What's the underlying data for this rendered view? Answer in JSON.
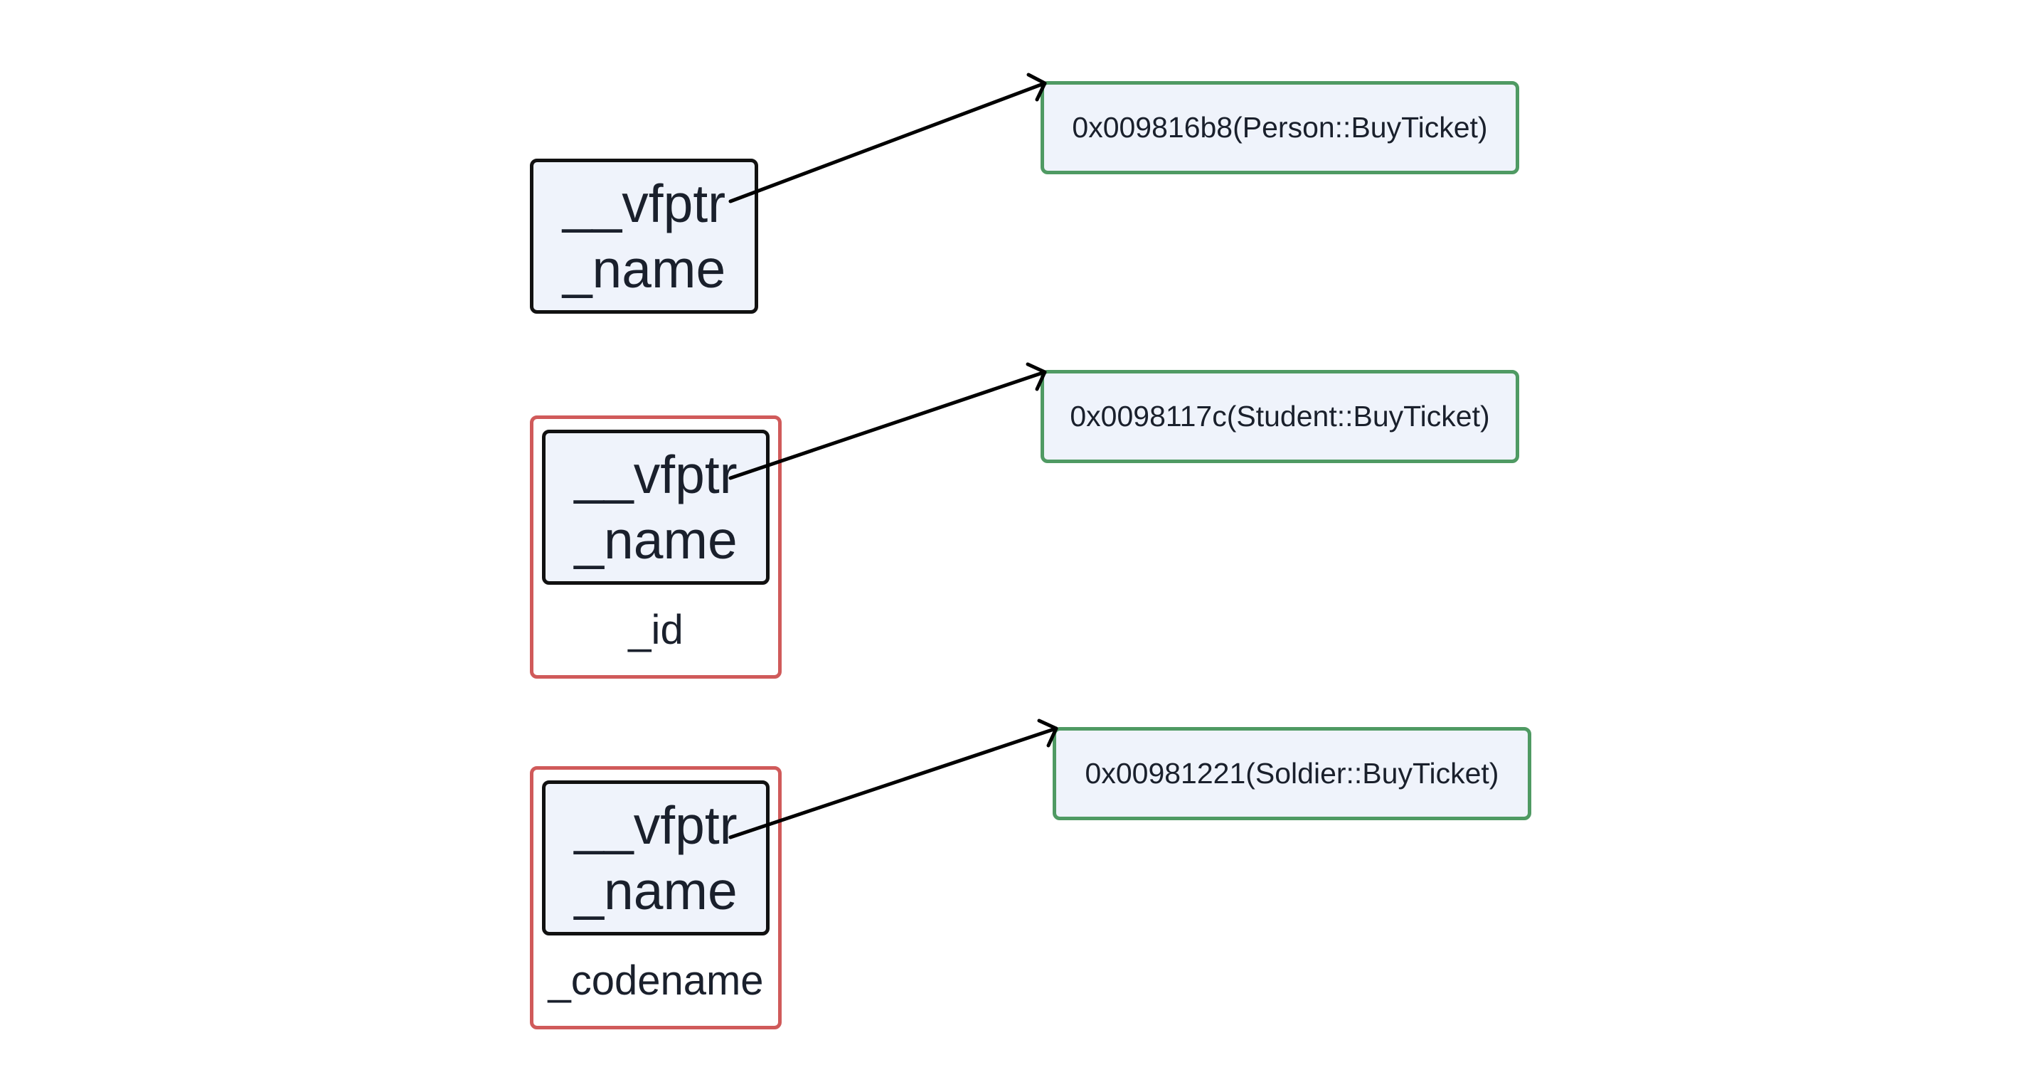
{
  "person": {
    "vfptr": "__vfptr",
    "name": "_name",
    "vtable_entry": "0x009816b8(Person::BuyTicket)"
  },
  "student": {
    "vfptr": "__vfptr",
    "name": "_name",
    "member": "_id",
    "vtable_entry": "0x0098117c(Student::BuyTicket)"
  },
  "soldier": {
    "vfptr": "__vfptr",
    "name": "_name",
    "member": "_codename",
    "vtable_entry": "0x00981221(Soldier::BuyTicket)"
  },
  "colors": {
    "object_border": "#111111",
    "object_fill": "#eff3fb",
    "derived_border": "#d05a5a",
    "vtable_border": "#4f9a63",
    "arrow": "#000000"
  }
}
